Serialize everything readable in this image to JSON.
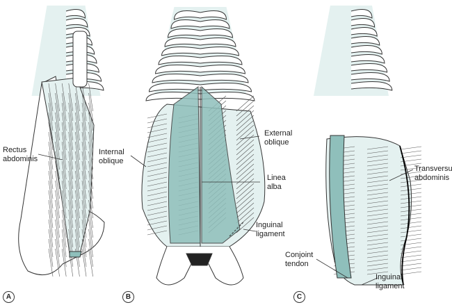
{
  "colors": {
    "muscle_teal": "#8fbfbb",
    "light_fill": "#e4f1f0",
    "outline": "#333333"
  },
  "panels": [
    {
      "id": "A",
      "labels": [
        "Rectus abdominis"
      ]
    },
    {
      "id": "B",
      "labels": [
        "Internal oblique",
        "External oblique",
        "Linea alba",
        "Inguinal ligament"
      ]
    },
    {
      "id": "C",
      "labels": [
        "Transversus abdominis",
        "Conjoint tendon",
        "Inguinal ligament"
      ]
    }
  ],
  "labels": {
    "rectus": "Rectus abdominis",
    "internal_oblique": "Internal oblique",
    "external_oblique": "External oblique",
    "linea_alba": "Linea alba",
    "inguinal_b": "Inguinal ligament",
    "transversus": "Transversus abdominis",
    "conjoint": "Conjoint tendon",
    "inguinal_c": "Inguinal ligament"
  }
}
